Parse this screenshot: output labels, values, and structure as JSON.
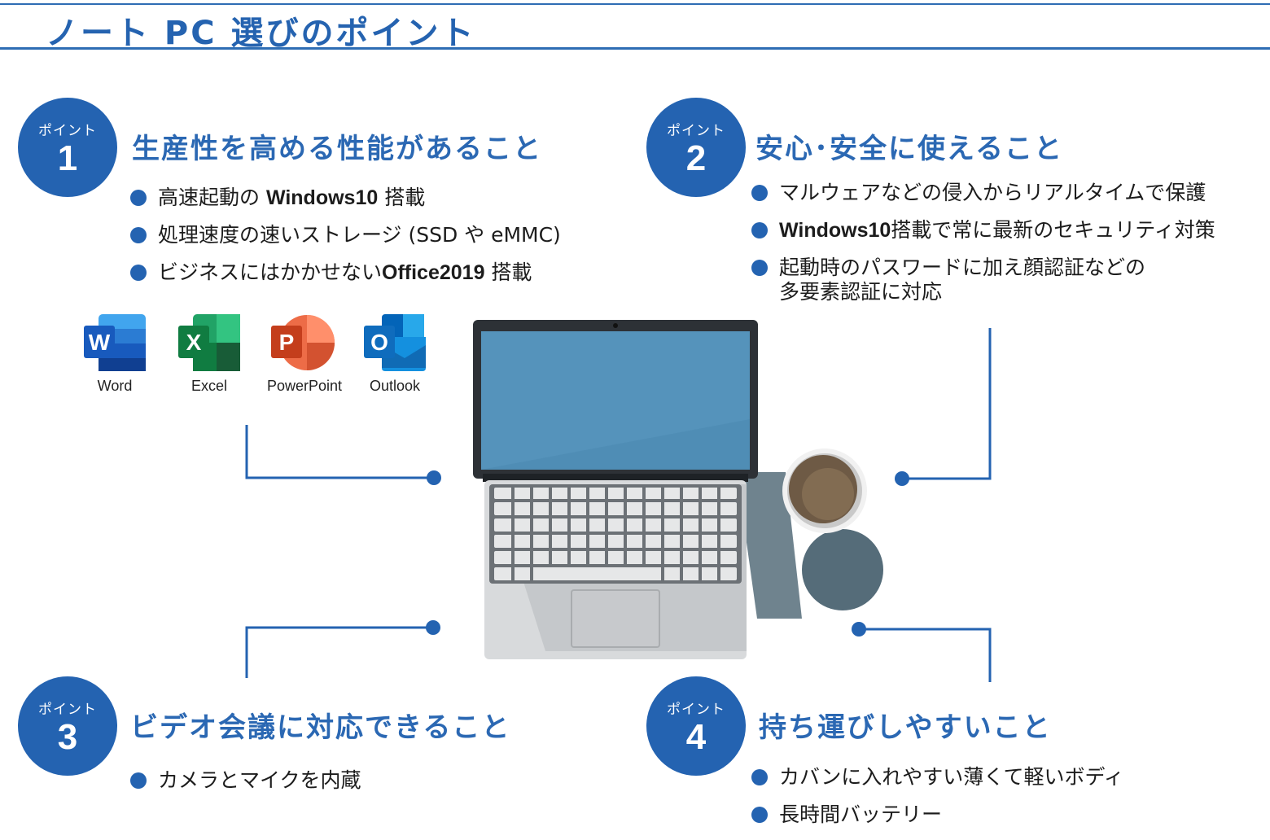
{
  "page_title": "ノート PC 選びのポイント",
  "point_label": "ポイント",
  "points": [
    {
      "number": "1",
      "heading": "生産性を高める性能があること",
      "bullets": [
        {
          "pre": "高速起動の ",
          "bold": "Windows10",
          "post": " 搭載"
        },
        {
          "pre": "処理速度の速いストレージ (SSD や eMMC)",
          "bold": "",
          "post": ""
        },
        {
          "pre": "ビジネスにはかかせない",
          "bold": "Office2019",
          "post": " 搭載"
        }
      ]
    },
    {
      "number": "2",
      "heading": "安心･安全に使えること",
      "bullets": [
        {
          "pre": "マルウェアなどの侵入からリアルタイムで保護",
          "bold": "",
          "post": ""
        },
        {
          "pre": "",
          "bold": "Windows10",
          "post": "搭載で常に最新のセキュリティ対策"
        },
        {
          "pre": "起動時のパスワードに加え顔認証などの",
          "bold": "",
          "post": "",
          "line2": "多要素認証に対応"
        }
      ]
    },
    {
      "number": "3",
      "heading": "ビデオ会議に対応できること",
      "bullets": [
        {
          "pre": "カメラとマイクを内蔵",
          "bold": "",
          "post": ""
        }
      ]
    },
    {
      "number": "4",
      "heading": "持ち運びしやすいこと",
      "bullets": [
        {
          "pre": "カバンに入れやすい薄くて軽いボディ",
          "bold": "",
          "post": ""
        },
        {
          "pre": "長時間バッテリー",
          "bold": "",
          "post": ""
        }
      ]
    }
  ],
  "apps": [
    {
      "name": "Word",
      "letter": "W",
      "icon": "word-icon"
    },
    {
      "name": "Excel",
      "letter": "X",
      "icon": "excel-icon"
    },
    {
      "name": "PowerPoint",
      "letter": "P",
      "icon": "powerpoint-icon"
    },
    {
      "name": "Outlook",
      "letter": "O",
      "icon": "outlook-icon"
    }
  ],
  "colors": {
    "accent": "#2463b1",
    "word": "#2b5fb4",
    "excel": "#1e7145",
    "powerpoint": "#d35230",
    "outlook": "#0f6cbd"
  }
}
